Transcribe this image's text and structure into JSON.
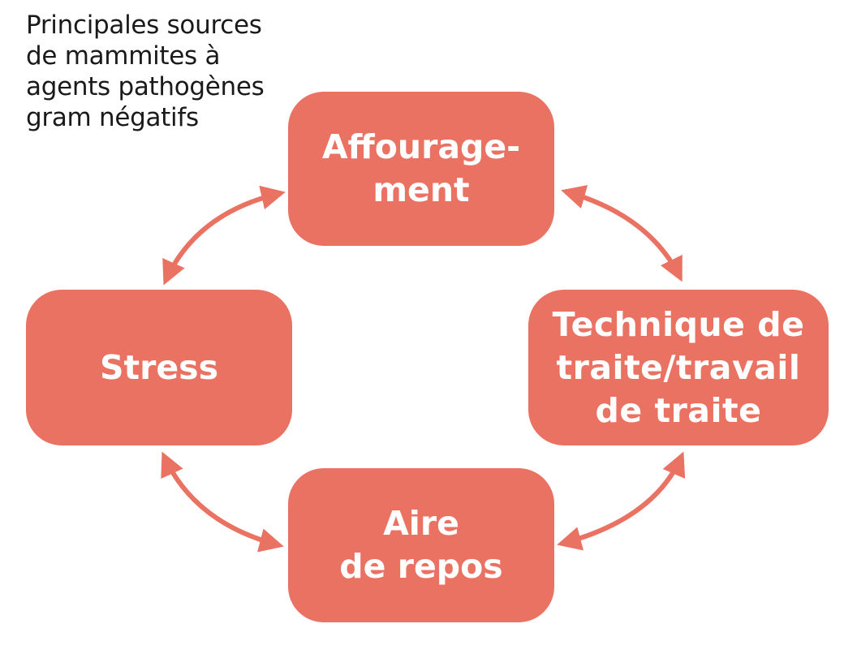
{
  "diagram": {
    "title": "Principales sources\nde mammites à\nagents pathogènes\ngram négatifs",
    "nodes": {
      "top": "Affourage-\nment",
      "right": "Technique de\ntraite/travail\nde traite",
      "bottom": "Aire\nde repos",
      "left": "Stress"
    },
    "colors": {
      "node_fill": "#ea7262",
      "arrow": "#ea7262",
      "node_text": "#ffffff",
      "title_text": "#1a1a1a"
    }
  }
}
